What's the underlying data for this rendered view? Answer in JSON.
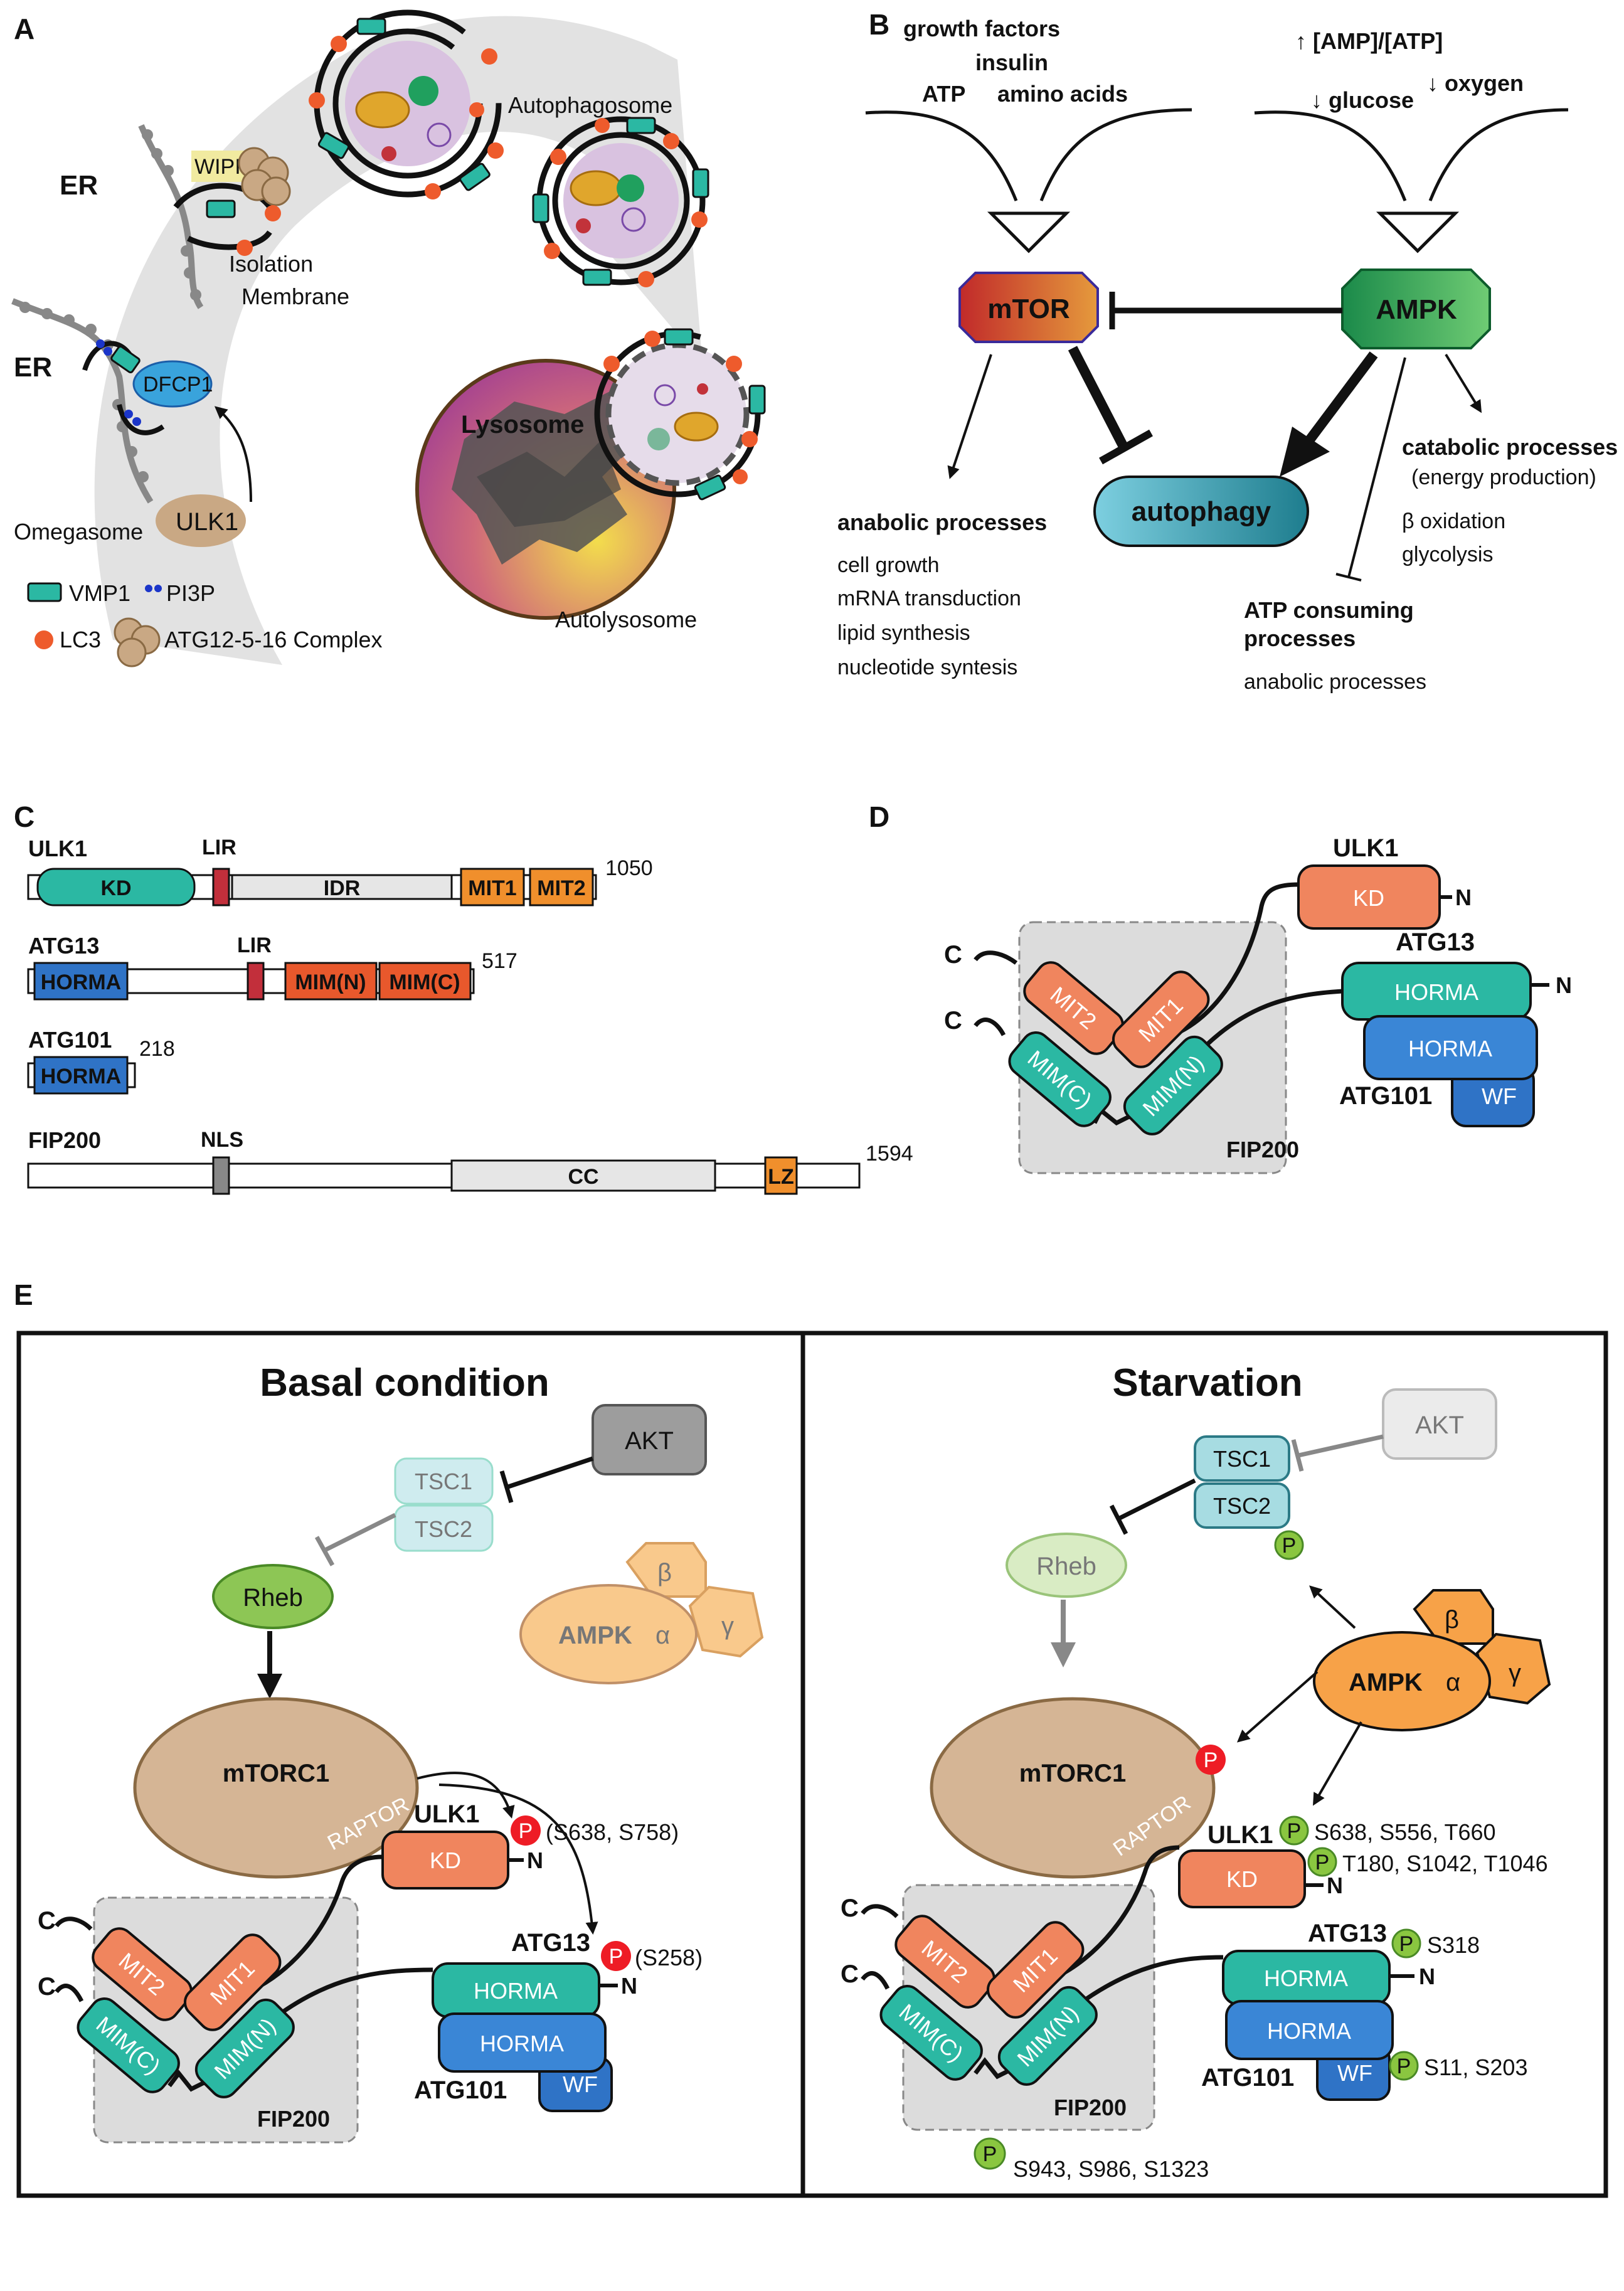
{
  "colors": {
    "teal": "#2bb8a3",
    "salmon": "#f0855e",
    "orange": "#f08f2c",
    "blue": "#2f73c6",
    "red": "#c22f3b",
    "lc3": "#ee5b2c",
    "atg": "#c9a884",
    "dfcp1": "#39a3dc",
    "pi3p": "#1b35c9",
    "grey_box": "#dcdcdc",
    "rheb": "#8dc655",
    "tsc": "#a7dce2",
    "ampk_soft": "#f9c98c",
    "ampk": "#f7a248",
    "mtorc1": "#d5b595",
    "p_red": "#ee1c25",
    "p_green": "#8ac640"
  },
  "panels": {
    "a": "A",
    "b": "B",
    "c": "C",
    "d": "D",
    "e": "E"
  },
  "panel_a": {
    "er_top": "ER",
    "er_bottom": "ER",
    "wipi": "WIPI",
    "isolation_1": "Isolation",
    "isolation_2": "Membrane",
    "autophagosome": "Autophagosome",
    "dfcp1": "DFCP1",
    "ulk1": "ULK1",
    "omegasome": "Omegasome",
    "lysosome": "Lysosome",
    "autolysosome": "Autolysosome",
    "legend": {
      "vmp1": "VMP1",
      "pi3p": "PI3P",
      "lc3": "LC3",
      "atg_complex": "ATG12-5-16 Complex"
    }
  },
  "panel_b": {
    "inputs_left": {
      "growth_factors": "growth factors",
      "insulin": "insulin",
      "atp": "ATP",
      "amino_acids": "amino acids"
    },
    "inputs_right": {
      "amp_atp": "↑ [AMP]/[ATP]",
      "glucose": "↓ glucose",
      "oxygen": "↓ oxygen"
    },
    "mtor": "mTOR",
    "ampk": "AMPK",
    "autophagy": "autophagy",
    "anabolic": {
      "title": "anabolic processes",
      "items": [
        "cell growth",
        "mRNA transduction",
        "lipid synthesis",
        "nucleotide syntesis"
      ]
    },
    "catabolic": {
      "title": "catabolic processes",
      "subtitle": "(energy production)",
      "items": [
        "β oxidation",
        "glycolysis"
      ]
    },
    "atp_consuming": {
      "title_1": "ATP consuming",
      "title_2": "processes",
      "item": "anabolic processes"
    }
  },
  "panel_c": {
    "ulk1": {
      "name": "ULK1",
      "kd": "KD",
      "lir": "LIR",
      "idr": "IDR",
      "mit1": "MIT1",
      "mit2": "MIT2",
      "length": "1050"
    },
    "atg13": {
      "name": "ATG13",
      "horma": "HORMA",
      "lir": "LIR",
      "mim_n": "MIM(N)",
      "mim_c": "MIM(C)",
      "length": "517"
    },
    "atg101": {
      "name": "ATG101",
      "horma": "HORMA",
      "length": "218"
    },
    "fip200": {
      "name": "FIP200",
      "nls": "NLS",
      "cc": "CC",
      "lz": "LZ",
      "length": "1594"
    }
  },
  "complex": {
    "ulk1": "ULK1",
    "kd": "KD",
    "n": "N",
    "c": "C",
    "atg13": "ATG13",
    "atg101": "ATG101",
    "horma": "HORMA",
    "wf": "WF",
    "mit1": "MIT1",
    "mit2": "MIT2",
    "mim_n": "MIM(N)",
    "mim_c": "MIM(C)",
    "fip200": "FIP200"
  },
  "panel_e": {
    "basal": {
      "title": "Basal condition",
      "akt": "AKT",
      "tsc1": "TSC1",
      "tsc2": "TSC2",
      "rheb": "Rheb",
      "ampk": "AMPK",
      "alpha": "α",
      "beta": "β",
      "gamma": "γ",
      "mtorc1": "mTORC1",
      "raptor": "RAPTOR",
      "p": "P",
      "ulk1_sites": "(S638, S758)",
      "atg13_sites": "(S258)"
    },
    "starvation": {
      "title": "Starvation",
      "akt": "AKT",
      "tsc1": "TSC1",
      "tsc2": "TSC2",
      "rheb": "Rheb",
      "ampk": "AMPK",
      "alpha": "α",
      "beta": "β",
      "gamma": "γ",
      "mtorc1": "mTORC1",
      "raptor": "RAPTOR",
      "p": "P",
      "ulk1_sites_1": "S638, S556, T660",
      "ulk1_sites_2": "T180, S1042, T1046",
      "atg13_sites": "S318",
      "atg101_sites": "S11, S203",
      "fip200_sites": "S943, S986, S1323"
    }
  }
}
